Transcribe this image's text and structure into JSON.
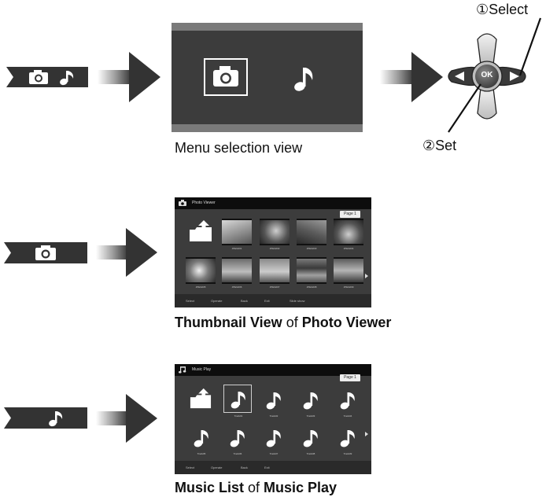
{
  "colors": {
    "tile": "#333333",
    "arrow_dark": "#2a2a2a",
    "screen_bg": "#3c3c3c",
    "screen_bar": "#7a7a7a",
    "highlight": "#ffffff"
  },
  "top": {
    "caption": "Menu selection view",
    "callout_select": "①Select",
    "callout_set": "②Set",
    "ok_label": "OK",
    "menu_icons": [
      "camera-icon",
      "music-note-icon"
    ]
  },
  "photo": {
    "screen_title": "Photo Viewer",
    "page": "Page 1",
    "thumb_labels": [
      "",
      "JPEG001",
      "JPEG002",
      "JPEG003",
      "JPEG004",
      "JPEG005",
      "JPEG006",
      "JPEG007",
      "JPEG008",
      "JPEG009"
    ],
    "footer": [
      "Select",
      "Operate",
      "Back",
      "Exit",
      "Slide show"
    ],
    "caption_bold_1": "Thumbnail View",
    "caption_mid": " of ",
    "caption_bold_2": "Photo Viewer"
  },
  "music": {
    "screen_title": "Music Play",
    "page": "Page 1",
    "item_labels": [
      "",
      "Track01",
      "Track02",
      "Track03",
      "Track04",
      "Track05",
      "Track06",
      "Track07",
      "Track08",
      "Track09"
    ],
    "footer": [
      "Select",
      "Operate",
      "Back",
      "Exit"
    ],
    "caption_bold_1": "Music List",
    "caption_mid": " of ",
    "caption_bold_2": "Music Play"
  }
}
